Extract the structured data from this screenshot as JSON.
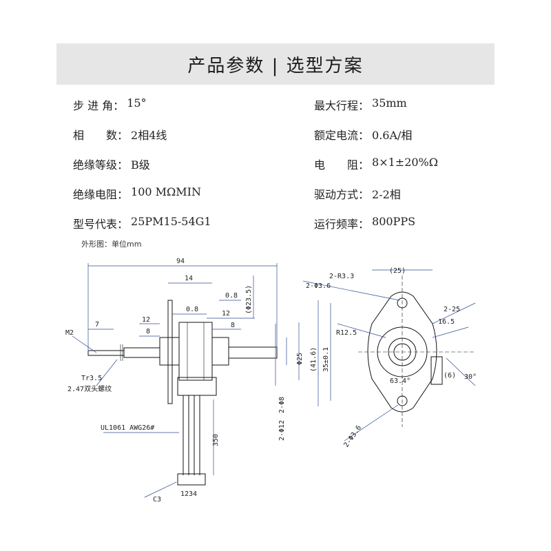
{
  "title": "产品参数 | 选型方案",
  "specs": [
    {
      "l_label": "步 进 角：",
      "l_value": "15°",
      "r_label": "最大行程：",
      "r_value": "35mm"
    },
    {
      "l_label": "相　　数：",
      "l_value": "2相4线",
      "r_label": "额定电流：",
      "r_value": "0.6A/相"
    },
    {
      "l_label": "绝缘等级：",
      "l_value": "B级",
      "r_label": "电　　阻：",
      "r_value": "8×1±20%Ω"
    },
    {
      "l_label": "绝缘电阻：",
      "l_value": "100 MΩMIN",
      "r_label": "驱动方式：",
      "r_value": "2-2相"
    },
    {
      "l_label": "型号代表：",
      "l_value": "25PM15-54G1",
      "r_label": "运行频率：",
      "r_value": "800PPS"
    }
  ],
  "drawing_note": "外形图：单位mm",
  "dims": {
    "d94": "94",
    "d14": "14",
    "d235": "(Φ23.5)",
    "d08a": "0.8",
    "d08b": "0.8",
    "d12a": "12",
    "d12b": "12",
    "d7": "7",
    "d8a": "8",
    "d8b": "8",
    "m2": "M2",
    "tr": "Tr3.5",
    "tr2": "2.47双头螺纹",
    "d25": "Φ25",
    "d416": "(41.6)",
    "d35": "35±0.1",
    "d2phi8": "2-Φ8",
    "d2phi12": "2-Φ12",
    "ul": "UL1061 AWG26#",
    "len350": "350",
    "c3": "C3",
    "pins": "1234",
    "r33": "2-R3.3",
    "hole": "2-Φ3.6",
    "d25p": "(25)",
    "d225": "2-25",
    "d165": "16.5",
    "r125": "R12.5",
    "a634": "63.4°",
    "d6": "(6)",
    "a30": "30°",
    "hole2": "2-Φ3.6"
  }
}
